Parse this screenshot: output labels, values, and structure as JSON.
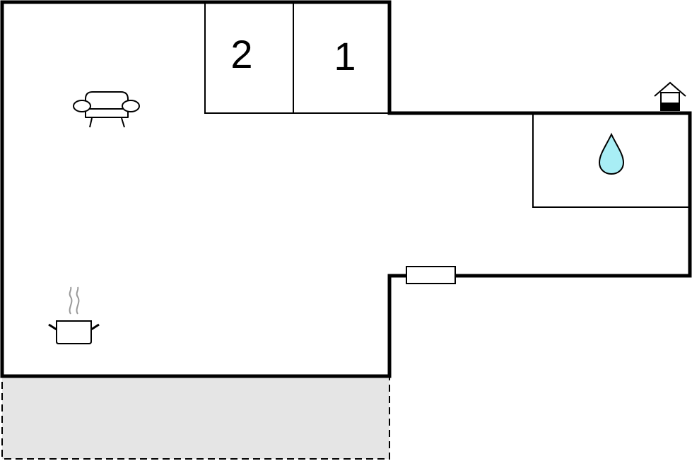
{
  "floorplan": {
    "rooms": [
      {
        "id": "bedroom-2",
        "label": "2"
      },
      {
        "id": "bedroom-1",
        "label": "1"
      }
    ],
    "icons": [
      {
        "name": "sofa-icon",
        "meaning": "living room"
      },
      {
        "name": "cooking-pot-icon",
        "meaning": "kitchen"
      },
      {
        "name": "water-drop-icon",
        "meaning": "bathroom"
      },
      {
        "name": "house-entrance-icon",
        "meaning": "entrance"
      },
      {
        "name": "window-icon",
        "meaning": "window"
      }
    ],
    "colors": {
      "wall": "#000000",
      "terrace_fill": "#e5e5e5",
      "water_drop": "#a8eef5"
    }
  }
}
